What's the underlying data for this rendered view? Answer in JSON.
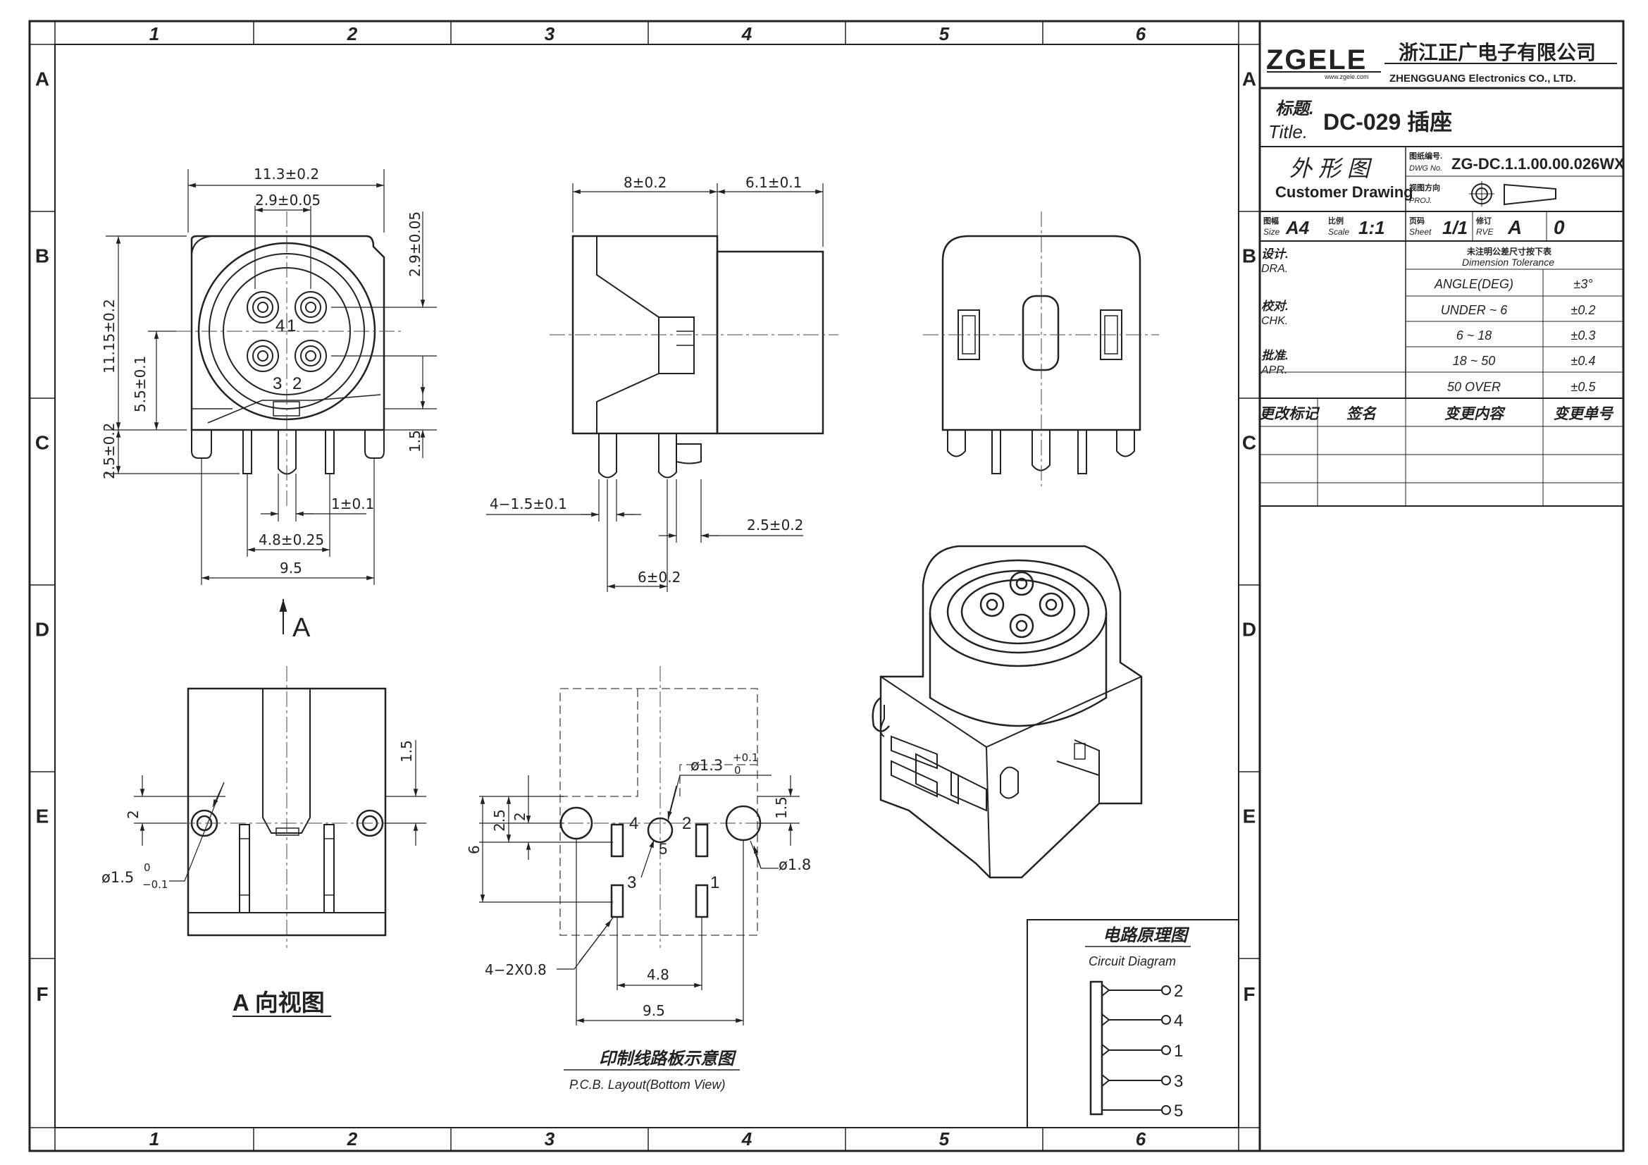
{
  "border": {
    "columns": [
      "1",
      "2",
      "3",
      "4",
      "5",
      "6"
    ],
    "rows": [
      "A",
      "B",
      "C",
      "D",
      "E",
      "F"
    ]
  },
  "title_block": {
    "logo": "ZGELE",
    "logo_url": "www.zgele.com",
    "company_cn": "浙江正广电子有限公司",
    "company_en": "ZHENGGUANG Electronics CO., LTD.",
    "title_cn_label": "标题.",
    "title_en_label": "Title.",
    "title_value": "DC-029  插座",
    "drawing_type_cn": "外 形 图",
    "drawing_type_en": "Customer Drawing",
    "dwg_no_cn": "图纸编号.",
    "dwg_no_en": "DWG No.",
    "dwg_no": "ZG-DC.1.1.00.00.026WX",
    "proj_cn": "视图方向",
    "proj_en": "PROJ.",
    "size_cn": "图幅",
    "size_en": "Size",
    "size": "A4",
    "scale_cn": "比例",
    "scale_en": "Scale",
    "scale": "1:1",
    "sheet_cn": "页码",
    "sheet_en": "Sheet",
    "sheet": "1/1",
    "rve_cn": "修订",
    "rve_en": "RVE",
    "rve": "A",
    "rve_num": "0",
    "dra_cn": "设计.",
    "dra_en": "DRA.",
    "chk_cn": "校对.",
    "chk_en": "CHK.",
    "apr_cn": "批准.",
    "apr_en": "APR.",
    "tol_title_cn": "未注明公差尺寸按下表",
    "tol_title_en": "Dimension Tolerance",
    "tolerances": [
      {
        "range": "ANGLE(DEG)",
        "value": "±3°"
      },
      {
        "range": "UNDER ~ 6",
        "value": "±0.2"
      },
      {
        "range": "6  ~  18",
        "value": "±0.3"
      },
      {
        "range": "18  ~  50",
        "value": "±0.4"
      },
      {
        "range": "50   OVER",
        "value": "±0.5"
      }
    ],
    "rev_headers": [
      "更改标记",
      "签名",
      "变更内容",
      "变更单号"
    ]
  },
  "front_view": {
    "dims": [
      "11.3±0.2",
      "2.9±0.05",
      "2.9±0.05",
      "11.15±0.2",
      "5.5±0.1",
      "2.5±0.2",
      "1.5",
      "1±0.1",
      "4.8±0.25",
      "9.5"
    ],
    "pins": [
      "4",
      "1",
      "3",
      "2"
    ],
    "arrow_label": "A"
  },
  "side_view": {
    "dims": [
      "8±0.2",
      "6.1±0.1",
      "4−1.5±0.1",
      "2.5±0.2",
      "6±0.2"
    ]
  },
  "bottom_view": {
    "dims": [
      "1.5",
      "2",
      "ø1.5",
      "0",
      "−0.1"
    ],
    "caption": "A  向视图"
  },
  "pcb_layout": {
    "dims": [
      "6",
      "2.5",
      "2",
      "ø1.3",
      "+0.1",
      "0",
      "1.5",
      "ø1.8",
      "4−2X0.8",
      "4.8",
      "9.5"
    ],
    "pads": [
      "4",
      "5",
      "2",
      "3",
      "1"
    ],
    "caption_cn": "印制线路板示意图",
    "caption_en": "P.C.B. Layout(Bottom View)"
  },
  "circuit": {
    "title_cn": "电路原理图",
    "title_en": "Circuit Diagram",
    "pins": [
      "2",
      "4",
      "1",
      "3",
      "5"
    ]
  }
}
